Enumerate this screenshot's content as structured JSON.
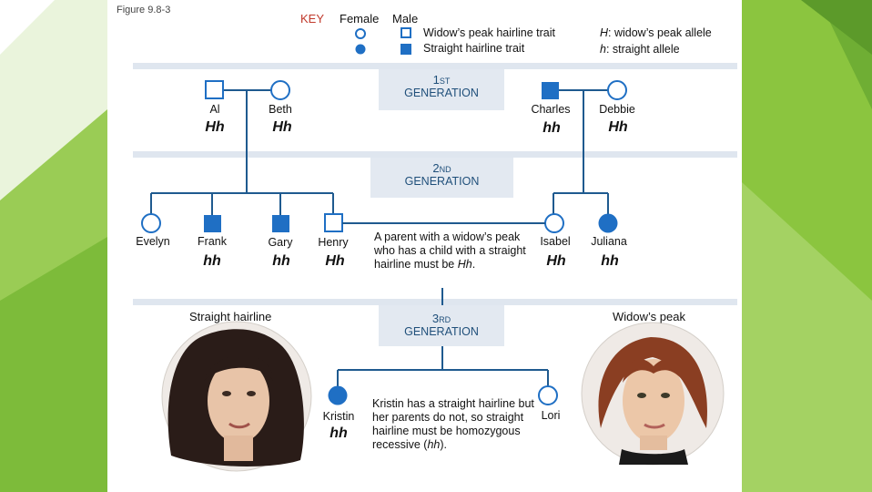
{
  "figure_label": "Figure 9.8-3",
  "key": {
    "title": "KEY",
    "female_header": "Female",
    "male_header": "Male",
    "widow_trait": "Widow’s peak hairline trait",
    "straight_trait": "Straight hairline trait",
    "allele_H_symbol": "H",
    "allele_H_desc": ": widow’s peak allele",
    "allele_h_symbol": "h",
    "allele_h_desc": ": straight allele"
  },
  "generations": {
    "g1_num": "1",
    "g1_sfx": "ST",
    "g1_word": "GENERATION",
    "g2_num": "2",
    "g2_sfx": "ND",
    "g2_word": "GENERATION",
    "g3_num": "3",
    "g3_sfx": "RD",
    "g3_word": "GENERATION"
  },
  "people": {
    "al": {
      "name": "Al",
      "genotype": "Hh"
    },
    "beth": {
      "name": "Beth",
      "genotype": "Hh"
    },
    "charles": {
      "name": "Charles",
      "genotype": "hh"
    },
    "debbie": {
      "name": "Debbie",
      "genotype": "Hh"
    },
    "evelyn": {
      "name": "Evelyn"
    },
    "frank": {
      "name": "Frank",
      "genotype": "hh"
    },
    "gary": {
      "name": "Gary",
      "genotype": "hh"
    },
    "henry": {
      "name": "Henry",
      "genotype": "Hh"
    },
    "isabel": {
      "name": "Isabel",
      "genotype": "Hh"
    },
    "juliana": {
      "name": "Juliana",
      "genotype": "hh"
    },
    "kristin": {
      "name": "Kristin",
      "genotype": "hh"
    },
    "lori": {
      "name": "Lori"
    }
  },
  "notes": {
    "parent_note_pre": "A parent with a widow’s peak who has a child with a straight hairline must be ",
    "parent_note_geno": "Hh",
    "parent_note_post": ".",
    "kristin_note_pre": "Kristin has a straight hairline but her parents do not, so straight hairline must be homozygous recessive (",
    "kristin_note_geno": "hh",
    "kristin_note_post": ")."
  },
  "captions": {
    "straight": "Straight hairline",
    "widow": "Widow’s peak"
  },
  "colors": {
    "filled": "#1f6fc4",
    "outline": "#1f6fc4",
    "line": "#1f5a8f",
    "band": "#dfe6ef",
    "gen_box": "#e3e9f1",
    "green_left": "#8bc53f",
    "green_right": "#7dbb3a"
  }
}
